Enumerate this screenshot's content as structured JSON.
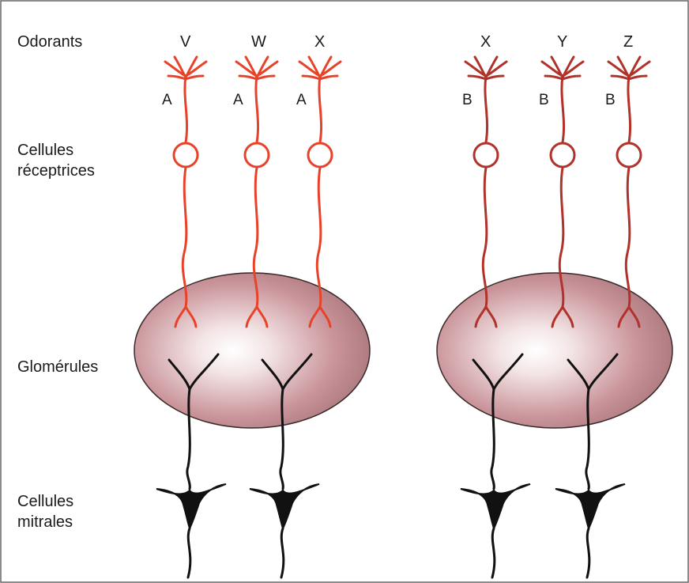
{
  "row_labels": {
    "odorants": "Odorants",
    "receptor_cells_line1": "Cellules",
    "receptor_cells_line2": "réceptrices",
    "glomeruli": "Glomérules",
    "mitral_cells_line1": "Cellules",
    "mitral_cells_line2": "mitrales"
  },
  "groups": [
    {
      "receptor_type": "A",
      "color": "#e8432a",
      "odorants": [
        "V",
        "W",
        "X"
      ]
    },
    {
      "receptor_type": "B",
      "color": "#b0322a",
      "odorants": [
        "X",
        "Y",
        "Z"
      ]
    }
  ],
  "colors": {
    "glomerulus_fill": "#c9949a",
    "glomerulus_stroke": "#3a2a2a",
    "mitral_cell": "#111111",
    "frame": "#666666"
  }
}
